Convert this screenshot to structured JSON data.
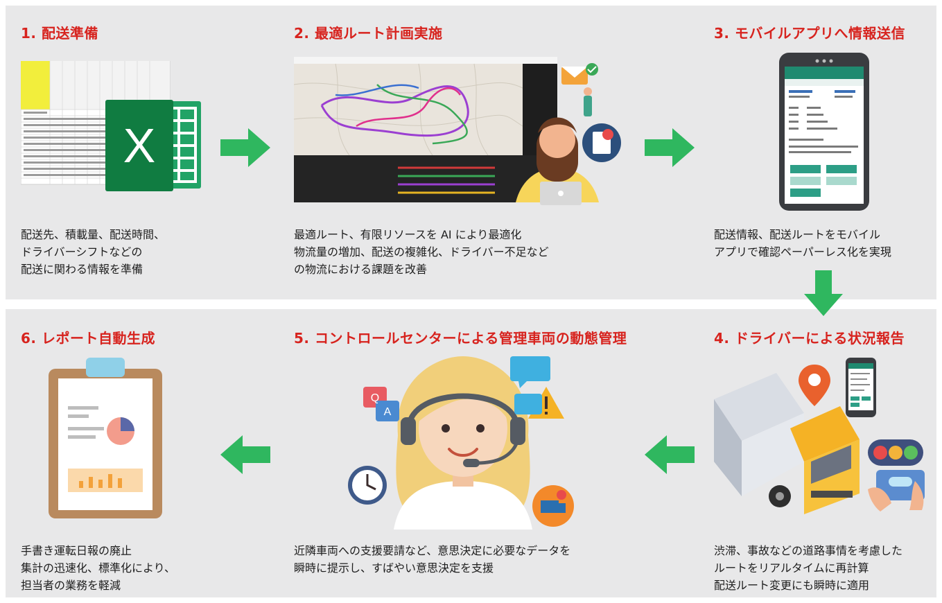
{
  "steps": [
    {
      "title": "1. 配送準備",
      "lines": [
        "配送先、積載量、配送時間、",
        "ドライバーシフトなどの",
        "配送に関わる情報を準備"
      ]
    },
    {
      "title": "2. 最適ルート計画実施",
      "lines": [
        "最適ルート、有限リソースを AI により最適化",
        "物流量の増加、配送の複雑化、ドライバー不足など",
        "の物流における課題を改善"
      ]
    },
    {
      "title": "3. モバイルアプリへ情報送信",
      "lines": [
        "配送情報、配送ルートをモバイル",
        "アプリで確認ペーパーレス化を実現"
      ]
    },
    {
      "title": "4. ドライバーによる状況報告",
      "lines": [
        "渋滞、事故などの道路事情を考慮した",
        "ルートをリアルタイムに再計算",
        "配送ルート変更にも瞬時に適用"
      ]
    },
    {
      "title": "5. コントロールセンターによる管理車両の動態管理",
      "lines": [
        "近隣車両への支援要請など、意思決定に必要なデータを",
        "瞬時に提示し、すばやい意思決定を支援"
      ]
    },
    {
      "title": "6. レポート自動生成",
      "lines": [
        "手書き運転日報の廃止",
        "集計の迅速化、標準化により、",
        "担当者の業務を軽減"
      ]
    }
  ],
  "colors": {
    "title_red": "#d7231e",
    "arrow_green": "#2fb75f",
    "panel_bg": "#e8e8e9"
  },
  "icons": [
    "excel-spreadsheet-icon",
    "route-map-dashboard-icon",
    "mobile-app-icon",
    "delivery-truck-icon",
    "operator-headset-icon",
    "report-clipboard-icon"
  ]
}
